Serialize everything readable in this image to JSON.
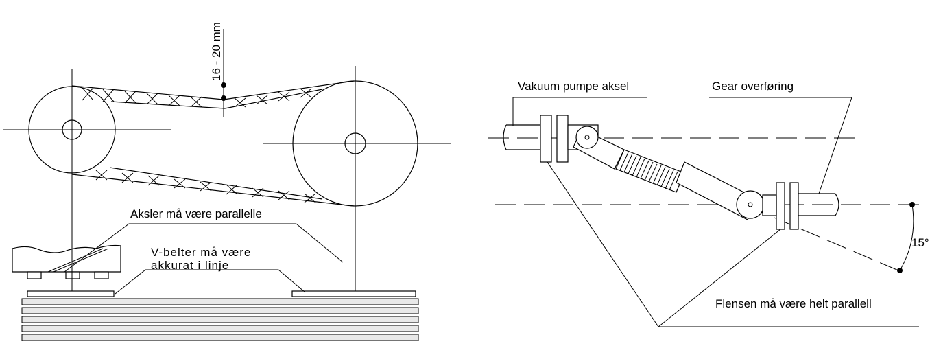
{
  "left_diagram": {
    "dimension_label": "16 - 20 mm",
    "shafts_parallel_label": "Aksler må være parallelle",
    "vbelt_line1": "V-belter må være",
    "vbelt_line2": "akkurat i linje"
  },
  "right_diagram": {
    "pump_shaft_label": "Vakuum pumpe aksel",
    "gear_label": "Gear overføring",
    "angle_label": "15°",
    "flange_label": "Flensen må være helt parallell"
  }
}
